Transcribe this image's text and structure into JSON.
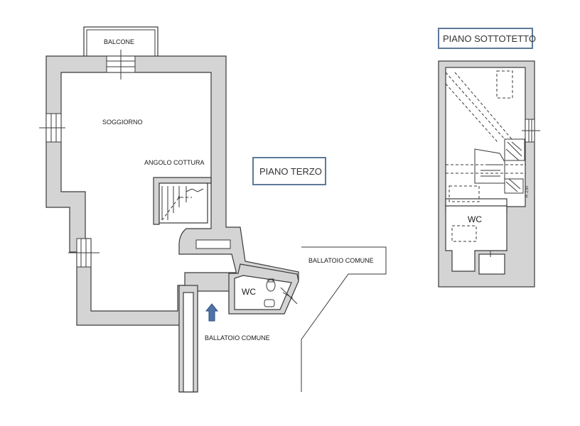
{
  "labels": {
    "balcone": "BALCONE",
    "soggiorno": "SOGGIORNO",
    "angolo_cottura": "ANGOLO COTTURA",
    "wc_main": "WC",
    "ballatoio_comune_bottom": "BALLATOIO COMUNE",
    "ballatoio_comune_right": "BALLATOIO COMUNE",
    "wc_attic": "WC",
    "height_note": "H. 2,60"
  },
  "titles": {
    "piano_terzo": "PIANO TERZO",
    "piano_sottotetto": "PIANO SOTTOTETTO"
  },
  "colors": {
    "wall": "#d4d4d4",
    "title_border": "#5d7a99",
    "entry_arrow": "#4f73a8"
  },
  "icons": [
    "entry-arrow-icon",
    "toilet-icon",
    "sink-icon",
    "door-swing-icon",
    "staircase-icon"
  ]
}
